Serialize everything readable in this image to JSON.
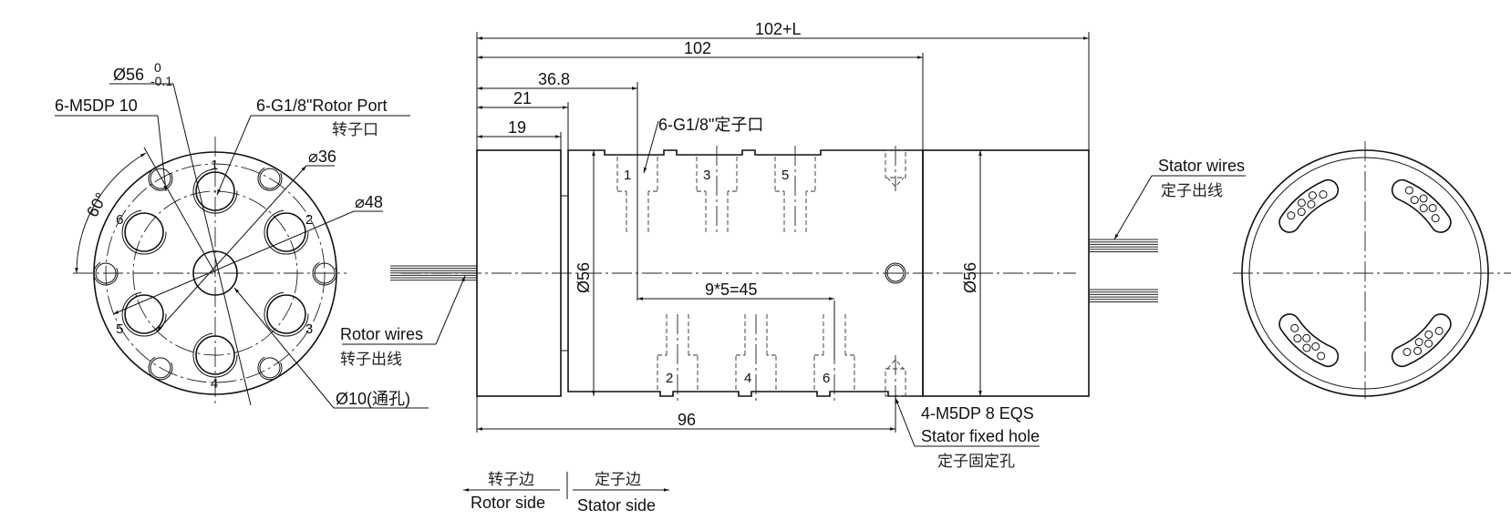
{
  "title": "Rotary union / slip ring assembly drawing",
  "front_view": {
    "outer_diameter": "Ø56",
    "outer_tol_upper": "0",
    "outer_tol_lower": "-0.1",
    "mount_holes": "6-M5DP 10",
    "rotor_port_en": "6-G1/8\"Rotor Port",
    "rotor_port_cn": "转子口",
    "pcd_inner": "⌀36",
    "pcd_outer": "⌀48",
    "angle": "60°",
    "bore": "Ø10(通孔)",
    "port_numbers": [
      "1",
      "2",
      "3",
      "4",
      "5",
      "6"
    ]
  },
  "side_view": {
    "dim_total": "102+L",
    "dim_body": "102",
    "dim_first_port": "36.8",
    "dim_21": "21",
    "dim_19": "19",
    "dim_pitch": "9*5=45",
    "dim_96": "96",
    "dia_left": "Ø56",
    "dia_right": "Ø56",
    "stator_port": "6-G1/8\"定子口",
    "top_ports": [
      "1",
      "3",
      "5"
    ],
    "bottom_ports": [
      "2",
      "4",
      "6"
    ],
    "rotor_wires_en": "Rotor wires",
    "rotor_wires_cn": "转子出线",
    "stator_wires_en": "Stator wires",
    "stator_wires_cn": "定子出线",
    "fix_hole_spec": "4-M5DP 8 EQS",
    "fix_hole_en": "Stator fixed hole",
    "fix_hole_cn": "定子固定孔"
  },
  "legend": {
    "rotor_cn": "转子边",
    "rotor_en": "Rotor side",
    "stator_cn": "定子边",
    "stator_en": "Stator side"
  }
}
